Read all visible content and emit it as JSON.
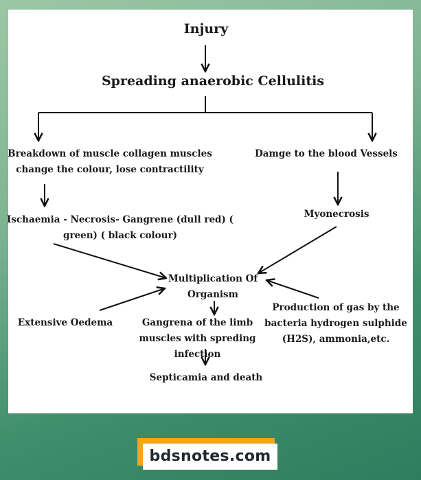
{
  "diagram": {
    "nodes": {
      "injury": "Injury",
      "cellulitis": "Spreading anaerobic Cellulitis",
      "breakdown": "Breakdown of muscle collagen muscles change the colour, lose contractility",
      "damage": "Damge to the blood Vessels",
      "ischaemia": "Ischaemia - Necrosis- Gangrene (dull red) ( green) ( black colour)",
      "myonecrosis": "Myonecrosis",
      "multiplication": "Multiplication Of Organism",
      "production": "Production of gas by the bacteria hydrogen sulphide (H2S), ammonia,etc.",
      "oedema": "Extensive Oedema",
      "gangrena": "Gangrena of the limb muscles with spreding infection",
      "septicamia": "Septicamia and death"
    }
  },
  "footer": {
    "brand": "bdsnotes.com"
  },
  "colors": {
    "accent": "#f3a51b",
    "background_top": "#9bc7a6",
    "background_bottom": "#2e7d5f",
    "text": "#1a1a1a"
  }
}
